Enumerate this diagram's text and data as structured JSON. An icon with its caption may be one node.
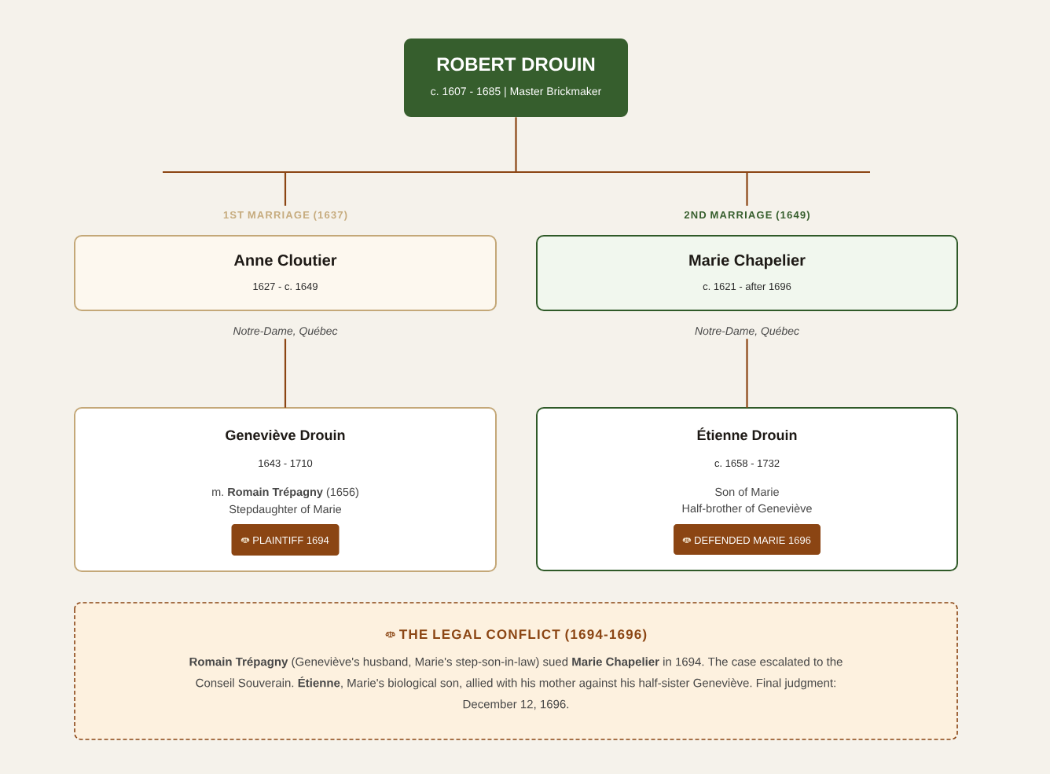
{
  "diagram": {
    "nodes": [
      {
        "text": [
          "ROBERT DROUIN",
          "c. 1607 - 1685 | Master Brickmaker"
        ]
      },
      {
        "text": [
          "1ST MARRIAGE (1637)",
          "Anne Cloutier",
          "1627 - c. 1649"
        ],
        "beside": [
          "Notre-Dame, Québec"
        ]
      },
      {
        "text": [
          "2ND MARRIAGE (1649)",
          "Marie Chapelier",
          "c. 1621 - after 1696"
        ],
        "beside": [
          "Notre-Dame, Québec"
        ]
      },
      {
        "text": [
          "Geneviève Drouin",
          "1643 - 1710",
          "m. **Romain Trépagny** (1656)",
          "Stepdaughter of Marie"
        ]
      },
      {
        "text": [
          "PLAINTIFF 1694"
        ],
        "in": 3
      },
      {
        "text": [
          "Étienne Drouin",
          "c. 1658 - 1732",
          "Son of Marie",
          "Half-brother of Geneviève"
        ]
      },
      {
        "text": [
          "DEFENDED MARIE 1696"
        ],
        "in": 5
      },
      {
        "text": [
          "THE LEGAL CONFLICT (1694-1696)",
          "**Romain Trépagny** (Geneviève's husband, Marie's step-son-in-law) sued **Marie Chapelier** in 1694. The case escalated to the Conseil Souverain. **Étienne**, Marie's biological son, allied with his mother against his half-sister Geneviève. Final judgment: December 12, 1696."
        ]
      }
    ],
    "edges": [
      {
        "from": 0,
        "to": 1,
        "arrow": "none"
      },
      {
        "from": 0,
        "to": 2,
        "arrow": "none"
      },
      {
        "from": 1,
        "to": 3,
        "arrow": "none"
      },
      {
        "from": 2,
        "to": 5,
        "arrow": "none"
      }
    ]
  }
}
